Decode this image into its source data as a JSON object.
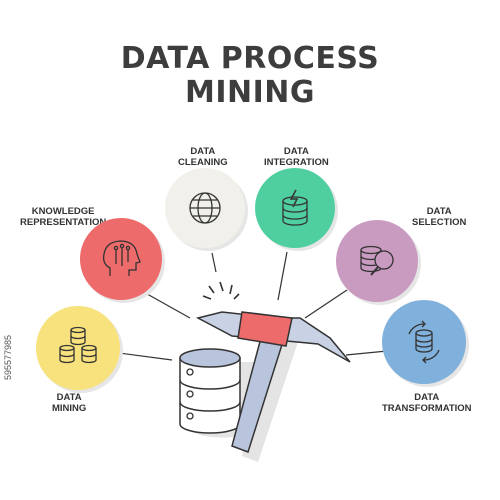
{
  "title": {
    "line1": "DATA PROCESS",
    "line2": "MINING"
  },
  "steps": {
    "data_cleaning": {
      "line1": "DATA",
      "line2": "CLEANING",
      "color": "#f1f0ea",
      "icon": "globe-icon"
    },
    "data_integration": {
      "line1": "DATA",
      "line2": "INTEGRATION",
      "color": "#4fcf9f",
      "icon": "database-lightning-icon"
    },
    "knowledge_representation": {
      "line1": "KNOWLEDGE",
      "line2": "REPRESENTATION",
      "color": "#ee6b6b",
      "icon": "head-circuit-icon"
    },
    "data_selection": {
      "line1": "DATA",
      "line2": "SELECTION",
      "color": "#c99bc1",
      "icon": "database-magnifier-icon"
    },
    "data_mining": {
      "line1": "DATA",
      "line2": "MINING",
      "color": "#f7e27d",
      "icon": "coin-stacks-icon"
    },
    "data_transformation": {
      "line1": "DATA",
      "line2": "TRANSFORMATION",
      "color": "#7fb1dc",
      "icon": "database-cycle-icon"
    }
  },
  "center": {
    "icon": "server-pickaxe-icon",
    "accent": "#ee6b6b",
    "body": "#b8c5dc"
  },
  "watermark": "595577985"
}
